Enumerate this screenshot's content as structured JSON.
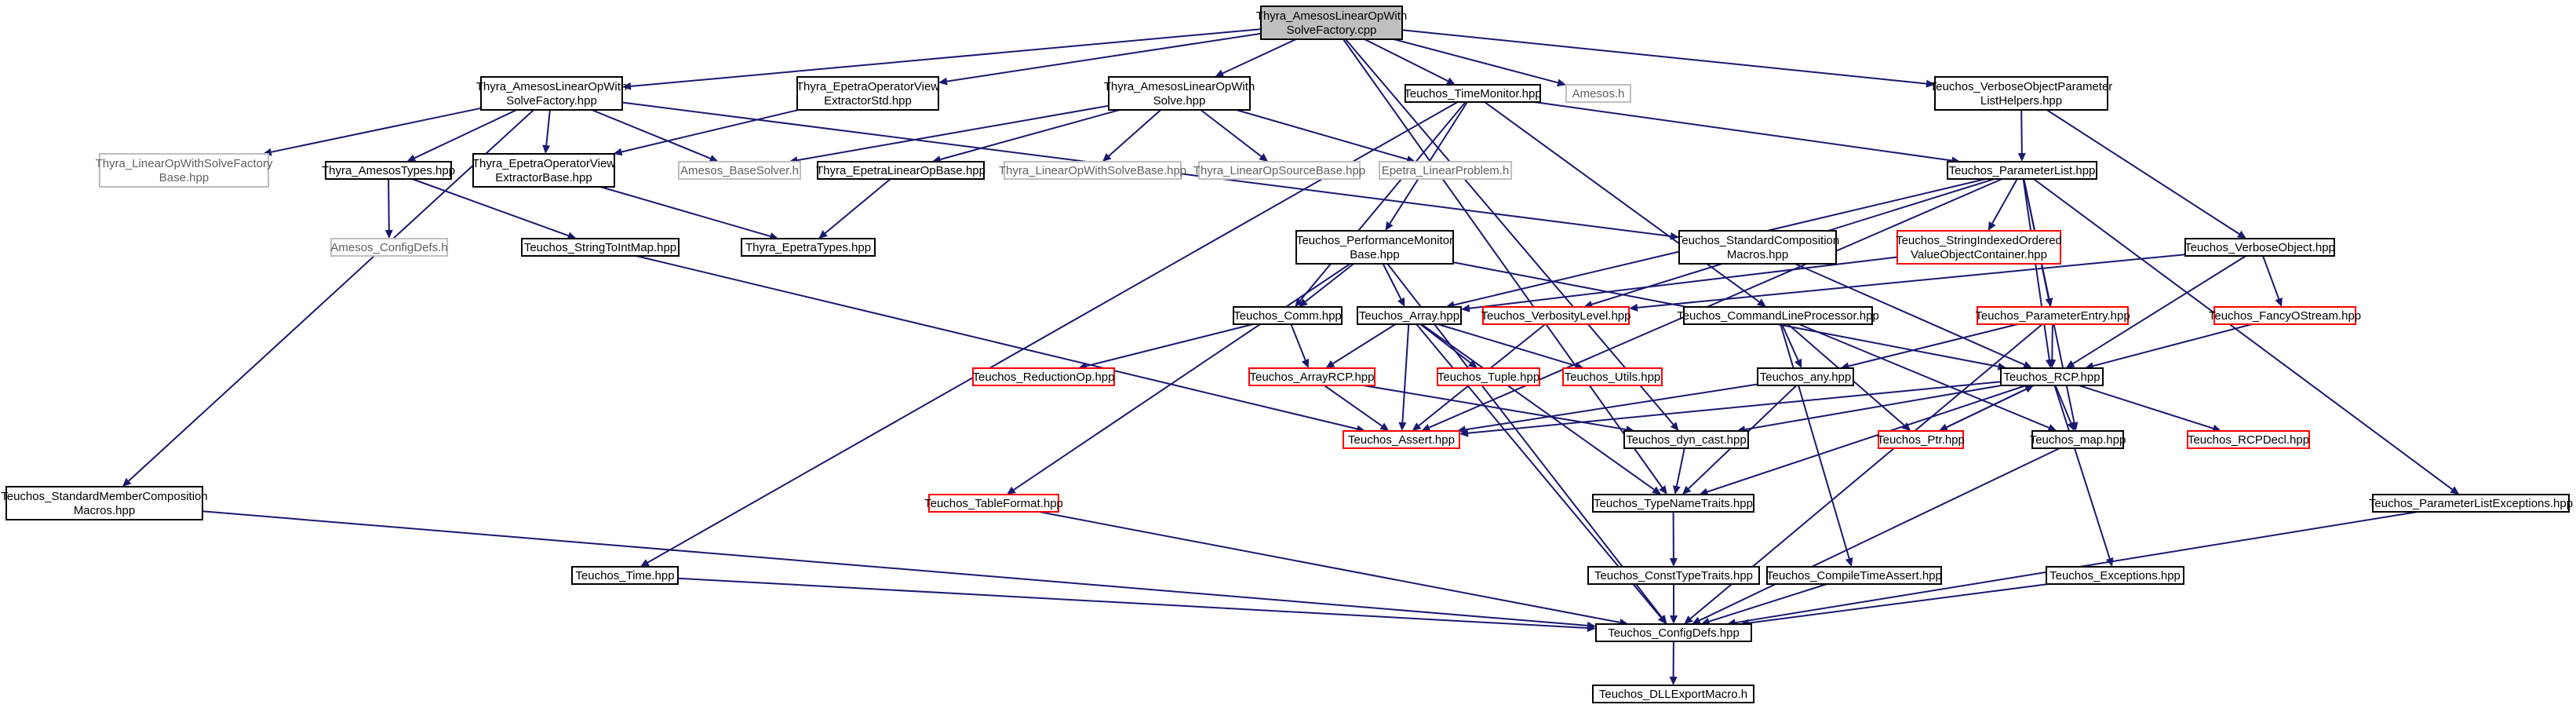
{
  "diagram": {
    "kind": "include-dependency-graph",
    "colors": {
      "root_fill": "#bfbfbf",
      "node_fill": "#ffffff",
      "node_border": "#000000",
      "truncated_border": "#ff0000",
      "external_border": "#bfbfbf",
      "text": "#000000",
      "external_text": "#606060",
      "edge": "#191970"
    },
    "nodes": [
      {
        "id": "root",
        "lines": [
          "Thyra_AmesosLinearOpWith",
          "SolveFactory.cpp"
        ],
        "style": "root"
      },
      {
        "id": "amesosfactoryhpp",
        "lines": [
          "Thyra_AmesosLinearOpWith",
          "SolveFactory.hpp"
        ],
        "style": "normal"
      },
      {
        "id": "epetraopviewextstd",
        "lines": [
          "Thyra_EpetraOperatorView",
          "ExtractorStd.hpp"
        ],
        "style": "normal"
      },
      {
        "id": "amesoslinopsolve",
        "lines": [
          "Thyra_AmesosLinearOpWith",
          "Solve.hpp"
        ],
        "style": "normal"
      },
      {
        "id": "timemonitor",
        "lines": [
          "Teuchos_TimeMonitor.hpp"
        ],
        "style": "normal"
      },
      {
        "id": "amesosh",
        "lines": [
          "Amesos.h"
        ],
        "style": "external"
      },
      {
        "id": "verboseobjparam",
        "lines": [
          "Teuchos_VerboseObjectParameter",
          "ListHelpers.hpp"
        ],
        "style": "normal"
      },
      {
        "id": "linopfactorybase",
        "lines": [
          "Thyra_LinearOpWithSolveFactory",
          "Base.hpp"
        ],
        "style": "external"
      },
      {
        "id": "amesostypes",
        "lines": [
          "Thyra_AmesosTypes.hpp"
        ],
        "style": "normal"
      },
      {
        "id": "epetraopviewextbase",
        "lines": [
          "Thyra_EpetraOperatorView",
          "ExtractorBase.hpp"
        ],
        "style": "normal"
      },
      {
        "id": "amesosbasesolver",
        "lines": [
          "Amesos_BaseSolver.h"
        ],
        "style": "external"
      },
      {
        "id": "epetralinopbase",
        "lines": [
          "Thyra_EpetraLinearOpBase.hpp"
        ],
        "style": "normal"
      },
      {
        "id": "linopwithsolvebase",
        "lines": [
          "Thyra_LinearOpWithSolveBase.hpp"
        ],
        "style": "external"
      },
      {
        "id": "linopsourcebase",
        "lines": [
          "Thyra_LinearOpSourceBase.hpp"
        ],
        "style": "external"
      },
      {
        "id": "epetralinproblem",
        "lines": [
          "Epetra_LinearProblem.h"
        ],
        "style": "external"
      },
      {
        "id": "parameterlist",
        "lines": [
          "Teuchos_ParameterList.hpp"
        ],
        "style": "normal"
      },
      {
        "id": "amesosconfigdefs",
        "lines": [
          "Amesos_ConfigDefs.h"
        ],
        "style": "external"
      },
      {
        "id": "stringtointmap",
        "lines": [
          "Teuchos_StringToIntMap.hpp"
        ],
        "style": "normal"
      },
      {
        "id": "epetratypes",
        "lines": [
          "Thyra_EpetraTypes.hpp"
        ],
        "style": "normal"
      },
      {
        "id": "perfmonitorbase",
        "lines": [
          "Teuchos_PerformanceMonitor",
          "Base.hpp"
        ],
        "style": "normal"
      },
      {
        "id": "stdcompmacros",
        "lines": [
          "Teuchos_StandardComposition",
          "Macros.hpp"
        ],
        "style": "normal"
      },
      {
        "id": "stringindexed",
        "lines": [
          "Teuchos_StringIndexedOrdered",
          "ValueObjectContainer.hpp"
        ],
        "style": "truncated"
      },
      {
        "id": "verboseobject",
        "lines": [
          "Teuchos_VerboseObject.hpp"
        ],
        "style": "normal"
      },
      {
        "id": "comm",
        "lines": [
          "Teuchos_Comm.hpp"
        ],
        "style": "normal"
      },
      {
        "id": "array",
        "lines": [
          "Teuchos_Array.hpp"
        ],
        "style": "normal"
      },
      {
        "id": "verbositylevel",
        "lines": [
          "Teuchos_VerbosityLevel.hpp"
        ],
        "style": "truncated"
      },
      {
        "id": "cmdlineprocessor",
        "lines": [
          "Teuchos_CommandLineProcessor.hpp"
        ],
        "style": "normal"
      },
      {
        "id": "parameterentry",
        "lines": [
          "Teuchos_ParameterEntry.hpp"
        ],
        "style": "truncated"
      },
      {
        "id": "fancyostream",
        "lines": [
          "Teuchos_FancyOStream.hpp"
        ],
        "style": "truncated"
      },
      {
        "id": "reductionop",
        "lines": [
          "Teuchos_ReductionOp.hpp"
        ],
        "style": "truncated"
      },
      {
        "id": "arrayrcp",
        "lines": [
          "Teuchos_ArrayRCP.hpp"
        ],
        "style": "truncated"
      },
      {
        "id": "tuple",
        "lines": [
          "Teuchos_Tuple.hpp"
        ],
        "style": "truncated"
      },
      {
        "id": "utils",
        "lines": [
          "Teuchos_Utils.hpp"
        ],
        "style": "truncated"
      },
      {
        "id": "any",
        "lines": [
          "Teuchos_any.hpp"
        ],
        "style": "normal"
      },
      {
        "id": "rcp",
        "lines": [
          "Teuchos_RCP.hpp"
        ],
        "style": "normal"
      },
      {
        "id": "assert",
        "lines": [
          "Teuchos_Assert.hpp"
        ],
        "style": "truncated"
      },
      {
        "id": "dyncast",
        "lines": [
          "Teuchos_dyn_cast.hpp"
        ],
        "style": "normal"
      },
      {
        "id": "ptr",
        "lines": [
          "Teuchos_Ptr.hpp"
        ],
        "style": "truncated"
      },
      {
        "id": "map",
        "lines": [
          "Teuchos_map.hpp"
        ],
        "style": "normal"
      },
      {
        "id": "rcpdecl",
        "lines": [
          "Teuchos_RCPDecl.hpp"
        ],
        "style": "truncated"
      },
      {
        "id": "stdmembercomp",
        "lines": [
          "Teuchos_StandardMemberComposition",
          "Macros.hpp"
        ],
        "style": "normal"
      },
      {
        "id": "tableformat",
        "lines": [
          "Teuchos_TableFormat.hpp"
        ],
        "style": "truncated"
      },
      {
        "id": "typenametraits",
        "lines": [
          "Teuchos_TypeNameTraits.hpp"
        ],
        "style": "normal"
      },
      {
        "id": "paramlistexceptions",
        "lines": [
          "Teuchos_ParameterListExceptions.hpp"
        ],
        "style": "normal"
      },
      {
        "id": "time",
        "lines": [
          "Teuchos_Time.hpp"
        ],
        "style": "normal"
      },
      {
        "id": "consttypetraits",
        "lines": [
          "Teuchos_ConstTypeTraits.hpp"
        ],
        "style": "normal"
      },
      {
        "id": "compiletimeassert",
        "lines": [
          "Teuchos_CompileTimeAssert.hpp"
        ],
        "style": "normal"
      },
      {
        "id": "exceptions",
        "lines": [
          "Teuchos_Exceptions.hpp"
        ],
        "style": "normal"
      },
      {
        "id": "configdefs",
        "lines": [
          "Teuchos_ConfigDefs.hpp"
        ],
        "style": "normal"
      },
      {
        "id": "dllexport",
        "lines": [
          "Teuchos_DLLExportMacro.h"
        ],
        "style": "normal"
      }
    ],
    "edges": [
      [
        "root",
        "amesosfactoryhpp"
      ],
      [
        "root",
        "epetraopviewextstd"
      ],
      [
        "root",
        "amesoslinopsolve"
      ],
      [
        "root",
        "timemonitor"
      ],
      [
        "root",
        "amesosh"
      ],
      [
        "root",
        "verboseobjparam"
      ],
      [
        "root",
        "typenametraits"
      ],
      [
        "root",
        "dyncast"
      ],
      [
        "amesosfactoryhpp",
        "linopfactorybase"
      ],
      [
        "amesosfactoryhpp",
        "amesostypes"
      ],
      [
        "amesosfactoryhpp",
        "epetraopviewextbase"
      ],
      [
        "amesosfactoryhpp",
        "amesosbasesolver"
      ],
      [
        "amesosfactoryhpp",
        "stdcompmacros"
      ],
      [
        "amesosfactoryhpp",
        "stdmembercomp"
      ],
      [
        "epetraopviewextstd",
        "epetraopviewextbase"
      ],
      [
        "amesoslinopsolve",
        "amesosbasesolver"
      ],
      [
        "amesoslinopsolve",
        "epetralinopbase"
      ],
      [
        "amesoslinopsolve",
        "linopwithsolvebase"
      ],
      [
        "amesoslinopsolve",
        "linopsourcebase"
      ],
      [
        "amesoslinopsolve",
        "epetralinproblem"
      ],
      [
        "timemonitor",
        "parameterlist"
      ],
      [
        "timemonitor",
        "perfmonitorbase"
      ],
      [
        "timemonitor",
        "comm"
      ],
      [
        "timemonitor",
        "cmdlineprocessor"
      ],
      [
        "timemonitor",
        "time"
      ],
      [
        "verboseobjparam",
        "parameterlist"
      ],
      [
        "verboseobjparam",
        "verboseobject"
      ],
      [
        "amesostypes",
        "amesosconfigdefs"
      ],
      [
        "amesostypes",
        "stringtointmap"
      ],
      [
        "epetraopviewextbase",
        "epetratypes"
      ],
      [
        "epetralinopbase",
        "epetratypes"
      ],
      [
        "parameterlist",
        "stringindexed"
      ],
      [
        "parameterlist",
        "parameterentry"
      ],
      [
        "parameterlist",
        "rcp"
      ],
      [
        "parameterlist",
        "verbositylevel"
      ],
      [
        "parameterlist",
        "array"
      ],
      [
        "parameterlist",
        "map"
      ],
      [
        "parameterlist",
        "paramlistexceptions"
      ],
      [
        "parameterlist",
        "assert"
      ],
      [
        "stringtointmap",
        "assert"
      ],
      [
        "perfmonitorbase",
        "comm"
      ],
      [
        "perfmonitorbase",
        "array"
      ],
      [
        "perfmonitorbase",
        "rcp"
      ],
      [
        "perfmonitorbase",
        "tableformat"
      ],
      [
        "perfmonitorbase",
        "configdefs"
      ],
      [
        "stdcompmacros",
        "rcp"
      ],
      [
        "stringindexed",
        "array"
      ],
      [
        "verboseobject",
        "fancyostream"
      ],
      [
        "verboseobject",
        "verbositylevel"
      ],
      [
        "verboseobject",
        "rcp"
      ],
      [
        "comm",
        "reductionop"
      ],
      [
        "comm",
        "arrayrcp"
      ],
      [
        "array",
        "arrayrcp"
      ],
      [
        "array",
        "tuple"
      ],
      [
        "array",
        "utils"
      ],
      [
        "array",
        "assert"
      ],
      [
        "array",
        "typenametraits"
      ],
      [
        "array",
        "configdefs"
      ],
      [
        "verbositylevel",
        "assert"
      ],
      [
        "cmdlineprocessor",
        "any"
      ],
      [
        "cmdlineprocessor",
        "ptr"
      ],
      [
        "cmdlineprocessor",
        "map"
      ],
      [
        "cmdlineprocessor",
        "compiletimeassert"
      ],
      [
        "parameterentry",
        "rcp"
      ],
      [
        "parameterentry",
        "any"
      ],
      [
        "parameterentry",
        "configdefs"
      ],
      [
        "fancyostream",
        "rcp"
      ],
      [
        "arrayrcp",
        "assert"
      ],
      [
        "arrayrcp",
        "dyncast"
      ],
      [
        "any",
        "assert"
      ],
      [
        "any",
        "typenametraits"
      ],
      [
        "rcp",
        "ptr"
      ],
      [
        "rcp",
        "map"
      ],
      [
        "rcp",
        "rcpdecl"
      ],
      [
        "rcp",
        "dyncast"
      ],
      [
        "rcp",
        "assert"
      ],
      [
        "rcp",
        "typenametraits"
      ],
      [
        "rcp",
        "exceptions"
      ],
      [
        "ptr",
        "rcp"
      ],
      [
        "dyncast",
        "typenametraits"
      ],
      [
        "typenametraits",
        "consttypetraits"
      ],
      [
        "consttypetraits",
        "configdefs"
      ],
      [
        "compiletimeassert",
        "configdefs"
      ],
      [
        "exceptions",
        "configdefs"
      ],
      [
        "map",
        "configdefs"
      ],
      [
        "time",
        "configdefs"
      ],
      [
        "stdmembercomp",
        "configdefs"
      ],
      [
        "paramlistexceptions",
        "configdefs"
      ],
      [
        "tableformat",
        "configdefs"
      ],
      [
        "configdefs",
        "dllexport"
      ]
    ]
  }
}
